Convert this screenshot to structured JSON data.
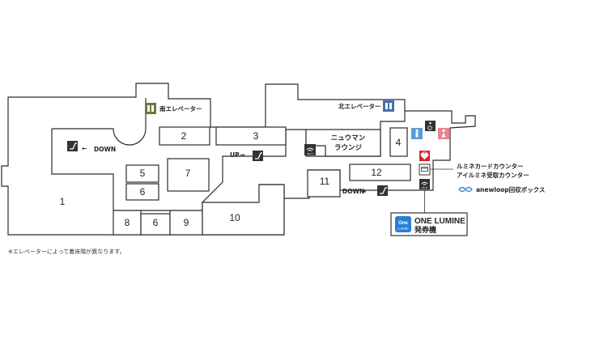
{
  "rooms": {
    "r1": "1",
    "r2": "2",
    "r3": "3",
    "r4": "4",
    "r5": "5",
    "r6a": "6",
    "r6b": "6",
    "r7": "7",
    "r8": "8",
    "r9": "9",
    "r10": "10",
    "r11": "11",
    "r12": "12"
  },
  "labels": {
    "south_elevator": "南エレベーター",
    "north_elevator": "北エレベーター",
    "newoman_line1": "ニュウマン",
    "newoman_line2": "ラウンジ",
    "escalator_down_left": "DOWN",
    "escalator_up": "UP",
    "escalator_down_right": "DOWN",
    "arrow_left": "←",
    "arrow_right": "→",
    "lumine_card_line1": "ルミネカードカウンター",
    "lumine_card_line2": "アイルミネ受取カウンター",
    "anewloop": "anewloop回収ボックス",
    "one_lumine_title": "ONE LUMINE",
    "one_lumine_sub": "発券機",
    "one_lumine_logo_line1": "One",
    "one_lumine_logo_line2": "LUMINE",
    "wifi_text": "Wi-Fi",
    "aed_text": "AED",
    "footnote": "※エレベーターによって着床階が異なります。"
  },
  "icons": [
    "elevator-icon",
    "escalator-icon",
    "wifi-icon",
    "toilet-men-icon",
    "toilet-women-icon",
    "wheelchair-icon",
    "aed-icon",
    "card-counter-icon",
    "anewloop-icon"
  ],
  "colors": {
    "south_elevator": "#6b7a3a",
    "north_elevator": "#4a6ea8",
    "escalator": "#333333",
    "toilet_men": "#5a9bd6",
    "toilet_women": "#e8868e",
    "aed": "#d8232a",
    "one_lumine": "#2a7fd4"
  }
}
